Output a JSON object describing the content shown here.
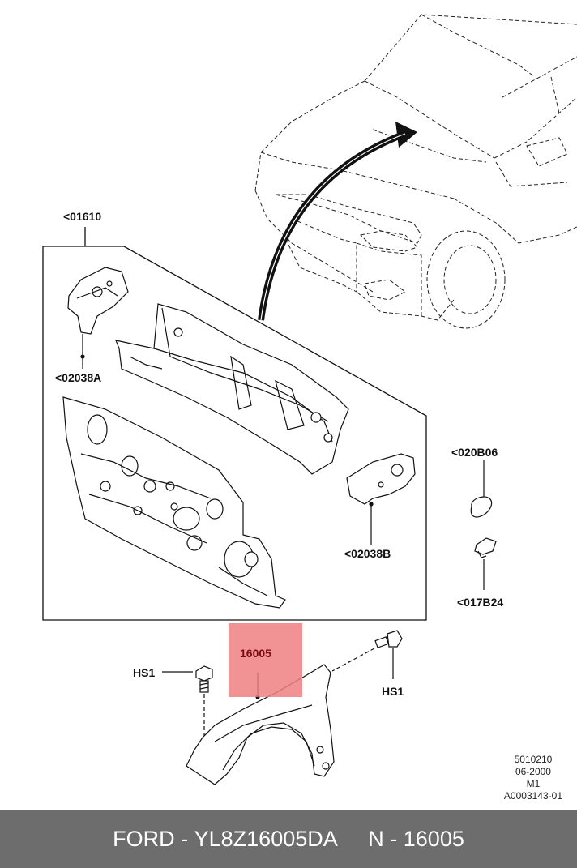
{
  "labels": {
    "dash_panel": "<01610",
    "bracket_a": "<02038A",
    "bracket_b": "<02038B",
    "plug_a": "<020B06",
    "plug_b": "<017B24",
    "hs1_left": "HS1",
    "hs1_right": "HS1",
    "fender": "16005"
  },
  "meta": {
    "line1": "5010210",
    "line2": "06-2000",
    "line3": "M1",
    "line4": "A0003143-01"
  },
  "footer": {
    "brand": "FORD",
    "sep1": " - ",
    "part_number": "YL8Z16005DA",
    "gap": "     ",
    "n_label": "N",
    "sep2": " - ",
    "n_number": "16005"
  },
  "colors": {
    "highlight": "#ee7f83",
    "footer_bg": "#6d6d6d",
    "footer_text": "#ffffff",
    "line": "#111111"
  }
}
